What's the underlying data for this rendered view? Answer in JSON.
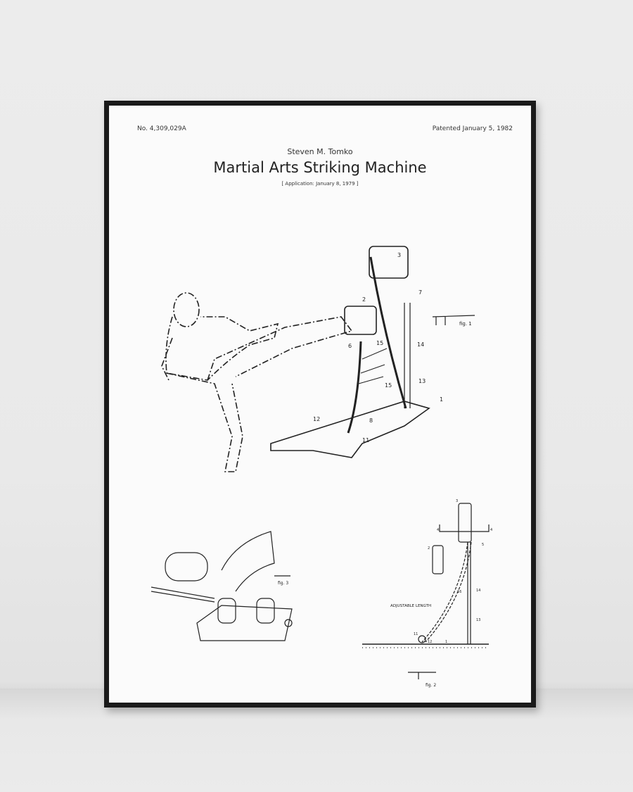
{
  "poster": {
    "patent_number": "No. 4,309,029A",
    "patent_date": "Patented January 5, 1982",
    "inventor": "Steven M. Tomko",
    "title": "Martial Arts Striking Machine",
    "application": "[ Application: January 8, 1979 ]"
  },
  "figure1": {
    "caption": "fig. 1",
    "labels": [
      "3",
      "7",
      "2",
      "6",
      "15",
      "14",
      "15",
      "13",
      "1",
      "12",
      "8",
      "11"
    ]
  },
  "figure2": {
    "caption": "fig. 2",
    "adjustable_label": "ADJUSTABLE LENGTH",
    "labels": [
      "3",
      "4",
      "4",
      "5",
      "2",
      "16",
      "14",
      "13",
      "11",
      "12",
      "1"
    ]
  },
  "figure3": {
    "caption": "fig. 3"
  }
}
